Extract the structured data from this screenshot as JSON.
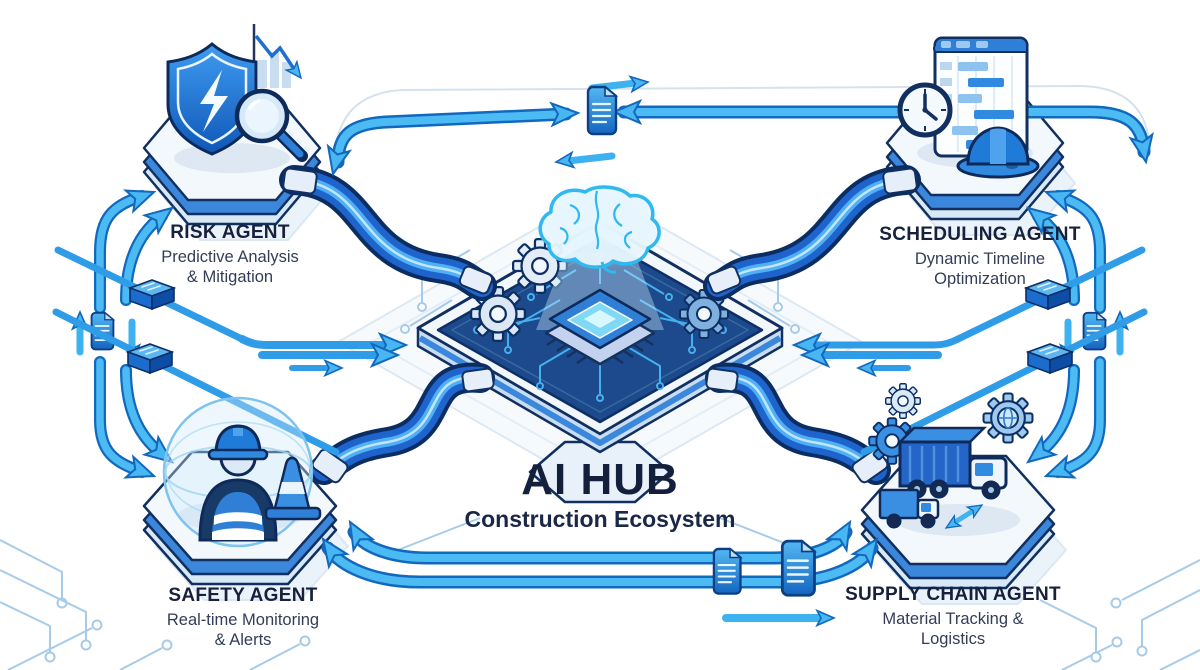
{
  "hub": {
    "title": "AI HUB",
    "subtitle": "Construction Ecosystem"
  },
  "agents": {
    "risk": {
      "title": "RISK AGENT",
      "line1": "Predictive Analysis",
      "line2": "& Mitigation"
    },
    "scheduling": {
      "title": "SCHEDULING AGENT",
      "line1": "Dynamic Timeline",
      "line2": "Optimization"
    },
    "safety": {
      "title": "SAFETY AGENT",
      "line1": "Real-time Monitoring",
      "line2": "& Alerts"
    },
    "supply": {
      "title": "SUPPLY CHAIN AGENT",
      "line1": "Material Tracking &",
      "line2": "Logistics"
    }
  },
  "icons": {
    "hub": [
      "brain-icon",
      "processor-chip-icon",
      "gear-icon",
      "circuit-board"
    ],
    "risk": [
      "shield-lightning-icon",
      "magnifier-icon",
      "declining-chart-icon"
    ],
    "scheduling": [
      "gantt-board-icon",
      "clock-icon",
      "hard-hat-icon"
    ],
    "safety": [
      "worker-icon",
      "safety-dome-icon",
      "traffic-cone-icon"
    ],
    "supply": [
      "container-truck-icon",
      "delivery-truck-icon",
      "gear-icon",
      "globe-gear-icon"
    ],
    "links": [
      "document-icon",
      "arrow-icon",
      "connector-box-icon",
      "data-cable"
    ]
  },
  "colors": {
    "accent_blue": "#1e6fd0",
    "arrow_blue": "#45b5f2",
    "cable_blue": "#0d47a1",
    "board_navy": "#1d4a8c",
    "glow_cyan": "#35c0f2",
    "title_navy": "#17203d",
    "subtitle_slate": "#333d58",
    "background": "#ffffff"
  }
}
